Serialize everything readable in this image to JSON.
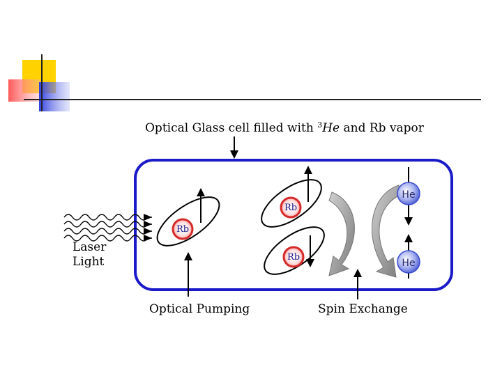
{
  "title": {
    "prefix": "Optical Glass cell filled with ",
    "superscript": "3",
    "isotope": "He",
    "suffix": " and Rb vapor"
  },
  "laser": {
    "line1": "Laser",
    "line2": "Light"
  },
  "labels": {
    "optical_pumping": "Optical Pumping",
    "spin_exchange": "Spin Exchange"
  },
  "atoms": {
    "rb_left": "Rb",
    "rb_top": "Rb",
    "rb_bottom": "Rb",
    "he_top": "He",
    "he_bottom": "He"
  },
  "colors": {
    "cell_border": "#1a1ac8",
    "rb_ring": "#d42a2a",
    "he_fill": "#6a7ae0",
    "deco_yellow": "#ffd200",
    "deco_red": "#ff6a6a",
    "deco_blue": "#3a4ae0"
  }
}
